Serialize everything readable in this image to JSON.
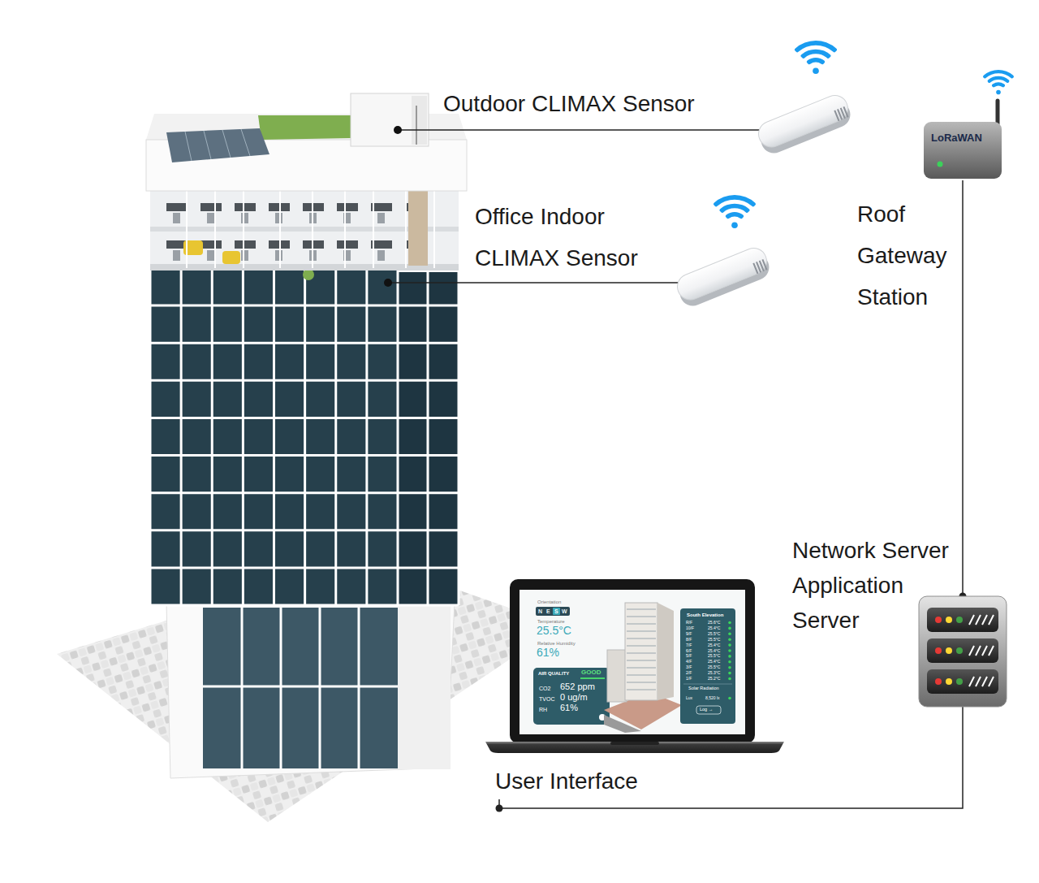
{
  "diagram": {
    "nodes": [
      {
        "text": [
          "Outdoor CLIMAX Sensor"
        ]
      },
      {
        "text": [
          "Office Indoor CLIMAX Sensor"
        ]
      },
      {
        "text": [
          "Roof Gateway Station",
          "LoRaWAN"
        ]
      },
      {
        "text": [
          "Network Server Application Server"
        ]
      },
      {
        "text": [
          "User Interface"
        ]
      }
    ],
    "edges": [
      {
        "from": 2,
        "to": 3,
        "arrow": "none"
      },
      {
        "from": 3,
        "to": 4,
        "arrow": "none"
      }
    ],
    "labels": [
      "Orientation",
      "N",
      "E",
      "S",
      "W",
      "Temperature",
      "25.5°C",
      "Relative Humidity",
      "61%",
      "AIR QUALITY",
      "GOOD",
      "CO2",
      "652 ppm",
      "TVOC",
      "0 ug/m",
      "RH",
      "61%",
      "South Elevation",
      "R/F",
      "25.6°C",
      "10/F",
      "25.4°C",
      "9/F",
      "25.5°C",
      "8/F",
      "25.5°C",
      "7/F",
      "25.4°C",
      "6/F",
      "25.4°C",
      "5/F",
      "25.5°C",
      "4/F",
      "25.4°C",
      "3/F",
      "25.5°C",
      "2/F",
      "25.3°C",
      "1/F",
      "25.2°C",
      "Solar Radiation",
      "Lux",
      "8,520 lx",
      "Log →"
    ]
  }
}
